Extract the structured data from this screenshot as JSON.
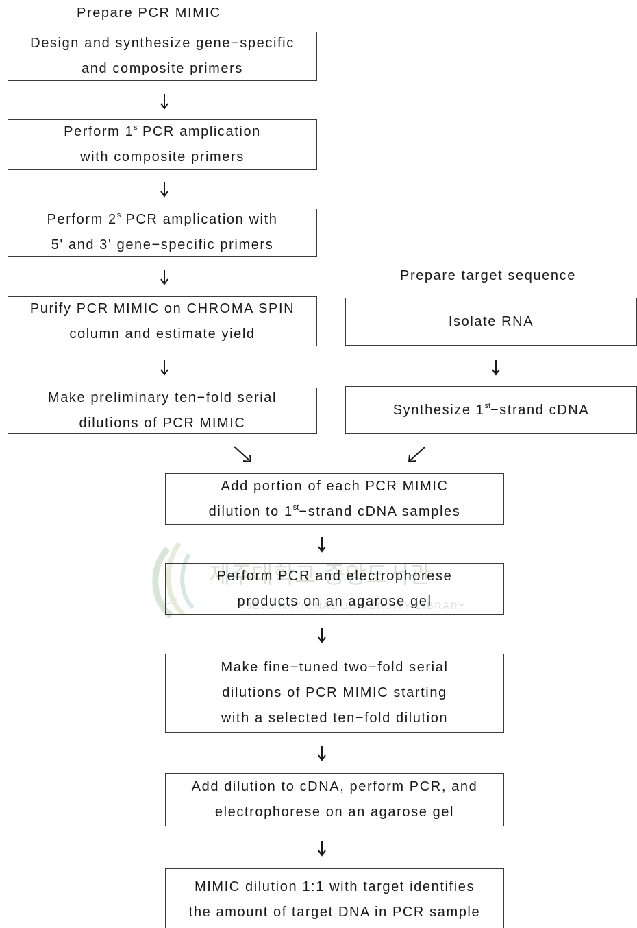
{
  "headings": {
    "left": "Prepare PCR MIMIC",
    "right": "Prepare target sequence"
  },
  "boxes": {
    "design": {
      "line1": "Design and synthesize gene−specific",
      "line2": "and composite primers"
    },
    "pcr1": {
      "line1_a": "Perform 1",
      "line1_sup": "s",
      "line1_b": " PCR amplication",
      "line2": "with composite primers"
    },
    "pcr2": {
      "line1_a": "Perform 2",
      "line1_sup": "s",
      "line1_b": " PCR amplication with",
      "line2": "5' and 3' gene−specific primers"
    },
    "purify": {
      "line1": "Purify PCR MIMIC on CHROMA SPIN",
      "line2": "column and estimate yield"
    },
    "prelim": {
      "line1": "Make preliminary ten−fold serial",
      "line2": "dilutions of PCR MIMIC"
    },
    "isolate": {
      "line1": "Isolate RNA"
    },
    "synth": {
      "line1_a": "Synthesize 1",
      "line1_sup": "st",
      "line1_b": "−strand cDNA"
    },
    "add_portion": {
      "line1": "Add portion of each PCR MIMIC",
      "line2_a": "dilution to 1",
      "line2_sup": "st",
      "line2_b": "−strand cDNA samples"
    },
    "perform_pcr": {
      "line1": "Perform PCR and electrophorese",
      "line2": "products on an agarose gel"
    },
    "fine_tuned": {
      "line1": "Make fine−tuned two−fold serial",
      "line2": "dilutions of PCR MIMIC starting",
      "line3": "with a selected ten−fold dilution"
    },
    "add_dilution": {
      "line1": "Add dilution to cDNA, perform PCR, and",
      "line2": "electrophorese on an agarose gel"
    },
    "final": {
      "line1": "MIMIC dilution 1:1 with target identifies",
      "line2": "the amount of target DNA in PCR sample"
    }
  },
  "watermark": {
    "korean": "제주대학교 중앙도서관",
    "english": "JEJU NATIONAL UNIVERSITY LIBRARY",
    "logo_text": "JEJU"
  },
  "colors": {
    "text": "#1a1a1a",
    "border": "#3a3a3a",
    "watermark": "#8fb88f"
  }
}
